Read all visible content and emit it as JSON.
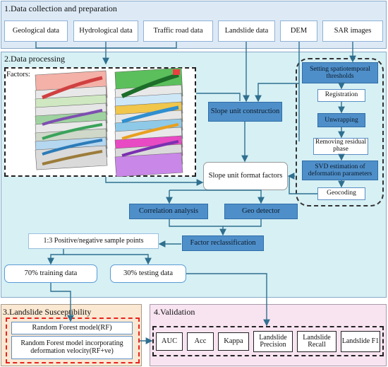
{
  "sections": {
    "s1": "1.Data collection and preparation",
    "s2": "2.Data processing",
    "s3": "3.Landslide Susceptibility",
    "s4": "4.Validation"
  },
  "data_sources": [
    "Geological data",
    "Hydrological data",
    "Traffic road data",
    "Landslide data",
    "DEM",
    "SAR images"
  ],
  "factors_label": "Factors:",
  "sar_steps": {
    "thresholds": "Setting spatiotemporal thresholds",
    "registration": "Registration",
    "unwrapping": "Unwrapping",
    "removing": "Removing residual phase",
    "svd": "SVD estimation of deformation parameters",
    "geocoding": "Geocoding"
  },
  "processing": {
    "slope_construction": "Slope unit construction",
    "slope_format": "Slope unit format factors",
    "correlation": "Correlation analysis",
    "geodetector": "Geo detector",
    "reclass": "Factor reclassification",
    "samples": "1:3 Positive/negative sample points",
    "training": "70% training data",
    "testing": "30% testing data"
  },
  "models": {
    "rf": "Random Forest model(RF)",
    "rfve": "Random Forest model incorporating deformation velocity(RF+ve)"
  },
  "metrics": [
    "AUC",
    "Acc",
    "Kappa",
    "Landslide Precision",
    "Landslide Recall",
    "Landslide F1"
  ],
  "colors": {
    "panel1_bg": "#ddeaf6",
    "panel2_bg": "#d6f0f4",
    "panel3_bg": "#fbe8d2",
    "panel4_bg": "#f8e4f1",
    "box_fill": "#4f8fc9",
    "arrow": "#2f6f8f",
    "red_dash": "#e8231e"
  }
}
